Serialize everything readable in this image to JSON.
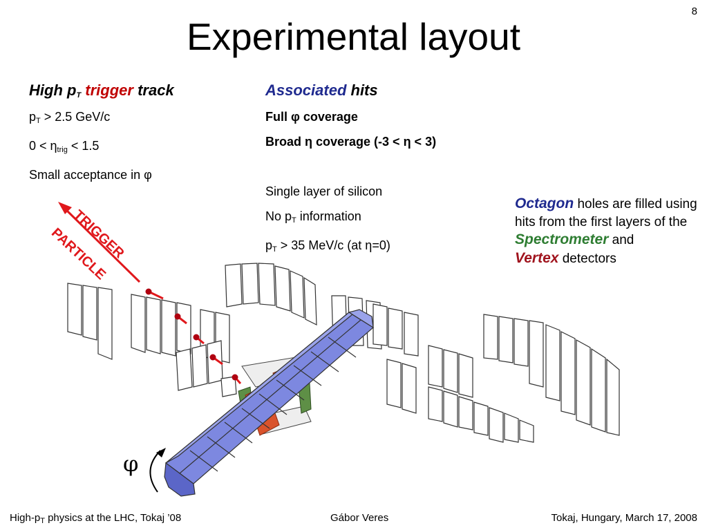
{
  "slide_number": "8",
  "title": "Experimental layout",
  "left": {
    "heading": {
      "part1": "High p",
      "sub": "T",
      "trigger": "trigger",
      "part2": " track"
    },
    "line1": {
      "pre": "p",
      "sub": "T",
      "post": " > 2.5 GeV/c"
    },
    "line2": {
      "pre": "0 < η",
      "sub": "trig",
      "post": " < 1.5"
    },
    "line3": "Small acceptance in φ"
  },
  "middle": {
    "heading": {
      "associated": "Associated",
      "hits": " hits"
    },
    "line1": "Full φ coverage",
    "line2": "Broad η coverage (-3 < η < 3)",
    "line3": "Single layer of silicon",
    "line4": {
      "pre": "No p",
      "sub": "T",
      "post": " information"
    },
    "line5": {
      "pre": "p",
      "sub": "T",
      "post": "  >  35 MeV/c (at η=0)"
    }
  },
  "note": {
    "octagon": "Octagon",
    "text1": " holes are filled using hits from the first layers of the ",
    "spectrometer": "Spectrometer",
    "text2": " and",
    "vertex": "Vertex",
    "text3": " detectors"
  },
  "trigger_label": {
    "line1": "TRIGGER",
    "line2": "PARTICLE"
  },
  "phi_symbol": "φ",
  "footer": {
    "left": {
      "pre": "High-p",
      "sub": "T",
      "post": " physics at the LHC, Tokaj ’08"
    },
    "center": "Gábor Veres",
    "right": "Tokaj, Hungary, March 17, 2008"
  },
  "colors": {
    "trigger_red": "#e0181c",
    "beam_pipe_blue": "#7d88e0",
    "hit_orange": "#d9532c",
    "vertex_green": "#5e8f46",
    "associated_navy": "#1f2a8f"
  },
  "icons": [
    "trigger-arrow-icon",
    "phi-arc-icon",
    "detector-illustration"
  ]
}
